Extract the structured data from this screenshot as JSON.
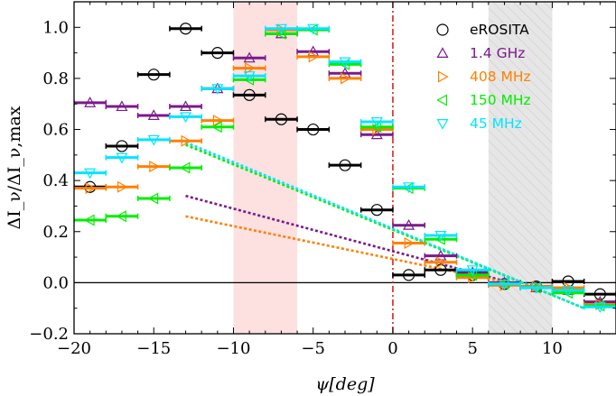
{
  "chart_data": {
    "type": "scatter",
    "xlabel": "ψ[deg]",
    "ylabel": "ΔI_ν/ΔI_ν,max",
    "xlim": [
      -20,
      14
    ],
    "ylim": [
      -0.2,
      1.1
    ],
    "xticks": [
      -20,
      -15,
      -10,
      -5,
      0,
      5,
      10
    ],
    "yticks": [
      -0.2,
      0.0,
      0.2,
      0.4,
      0.6,
      0.8,
      1.0
    ],
    "xtick_labels": [
      "−20",
      "−15",
      "−10",
      "−5",
      "0",
      "5",
      "10"
    ],
    "ytick_labels": [
      "−0.2",
      "0.0",
      "0.2",
      "0.4",
      "0.6",
      "0.8",
      "1.0"
    ],
    "bin_half_width": 1.0,
    "shaded_regions": [
      {
        "x": [
          -10,
          -6
        ],
        "style": "pink",
        "color": "#fde0e0"
      },
      {
        "x": [
          6,
          10
        ],
        "style": "grey-hatched",
        "color": "#e6e6e6"
      }
    ],
    "vertical_line": {
      "x": 0,
      "color": "#dd1111",
      "style": "dash-dot"
    },
    "horizontal_line": {
      "y": 0,
      "color": "#000000"
    },
    "legend_position": "top-right",
    "series": [
      {
        "name": "eROSITA",
        "marker": "circle",
        "color": "#000000",
        "points": [
          [
            -19,
            0.375
          ],
          [
            -17,
            0.535
          ],
          [
            -15,
            0.815
          ],
          [
            -13,
            0.995
          ],
          [
            -11,
            0.9
          ],
          [
            -9,
            0.735
          ],
          [
            -7,
            0.64
          ],
          [
            -5,
            0.6
          ],
          [
            -3,
            0.46
          ],
          [
            -1,
            0.285
          ],
          [
            1,
            0.03
          ],
          [
            3,
            0.05
          ],
          [
            5,
            0.03
          ],
          [
            7,
            -0.005
          ],
          [
            9,
            -0.015
          ],
          [
            11,
            0.005
          ],
          [
            13,
            -0.045
          ]
        ],
        "fit": null
      },
      {
        "name": "1.4 GHz",
        "marker": "triangle-up",
        "color": "#7a1a8a",
        "points": [
          [
            -19,
            0.705
          ],
          [
            -17,
            0.69
          ],
          [
            -15,
            0.655
          ],
          [
            -13,
            0.69
          ],
          [
            -11,
            0.76
          ],
          [
            -9,
            0.88
          ],
          [
            -7,
            0.975
          ],
          [
            -5,
            0.905
          ],
          [
            -3,
            0.82
          ],
          [
            -1,
            0.58
          ],
          [
            1,
            0.225
          ],
          [
            3,
            0.105
          ],
          [
            5,
            0.04
          ],
          [
            7,
            0.0
          ],
          [
            9,
            -0.02
          ],
          [
            11,
            -0.03
          ],
          [
            13,
            -0.075
          ]
        ],
        "fit": {
          "x": [
            -13,
            8
          ],
          "y": [
            0.34,
            -0.01
          ]
        }
      },
      {
        "name": "408 MHz",
        "marker": "triangle-right",
        "color": "#ff8000",
        "points": [
          [
            -19,
            0.37
          ],
          [
            -17,
            0.375
          ],
          [
            -15,
            0.455
          ],
          [
            -13,
            0.555
          ],
          [
            -11,
            0.635
          ],
          [
            -9,
            0.84
          ],
          [
            -7,
            0.99
          ],
          [
            -5,
            0.885
          ],
          [
            -3,
            0.8
          ],
          [
            -1,
            0.6
          ],
          [
            1,
            0.155
          ],
          [
            3,
            0.08
          ],
          [
            5,
            0.02
          ],
          [
            7,
            -0.01
          ],
          [
            9,
            -0.015
          ],
          [
            11,
            -0.02
          ],
          [
            13,
            -0.085
          ]
        ],
        "fit": {
          "x": [
            -13,
            8
          ],
          "y": [
            0.26,
            -0.01
          ]
        }
      },
      {
        "name": "150 MHz",
        "marker": "triangle-left",
        "color": "#00ee00",
        "points": [
          [
            -19,
            0.245
          ],
          [
            -17,
            0.26
          ],
          [
            -15,
            0.33
          ],
          [
            -13,
            0.45
          ],
          [
            -11,
            0.61
          ],
          [
            -9,
            0.795
          ],
          [
            -7,
            0.975
          ],
          [
            -5,
            0.99
          ],
          [
            -3,
            0.855
          ],
          [
            -1,
            0.61
          ],
          [
            1,
            0.37
          ],
          [
            3,
            0.17
          ],
          [
            5,
            0.03
          ],
          [
            7,
            -0.005
          ],
          [
            9,
            -0.02
          ],
          [
            11,
            -0.04
          ],
          [
            13,
            -0.09
          ]
        ],
        "fit": {
          "x": [
            -13,
            12
          ],
          "y": [
            0.54,
            -0.1
          ]
        }
      },
      {
        "name": "45 MHz",
        "marker": "triangle-down",
        "color": "#00e5ff",
        "points": [
          [
            -19,
            0.43
          ],
          [
            -17,
            0.49
          ],
          [
            -15,
            0.56
          ],
          [
            -13,
            0.65
          ],
          [
            -11,
            0.76
          ],
          [
            -9,
            0.81
          ],
          [
            -7,
            0.995
          ],
          [
            -5,
            0.995
          ],
          [
            -3,
            0.865
          ],
          [
            -1,
            0.63
          ],
          [
            1,
            0.375
          ],
          [
            3,
            0.185
          ],
          [
            5,
            0.05
          ],
          [
            7,
            -0.005
          ],
          [
            9,
            -0.02
          ],
          [
            11,
            -0.03
          ],
          [
            13,
            -0.095
          ]
        ],
        "fit": {
          "x": [
            -13,
            12
          ],
          "y": [
            0.55,
            -0.1
          ]
        }
      }
    ]
  }
}
